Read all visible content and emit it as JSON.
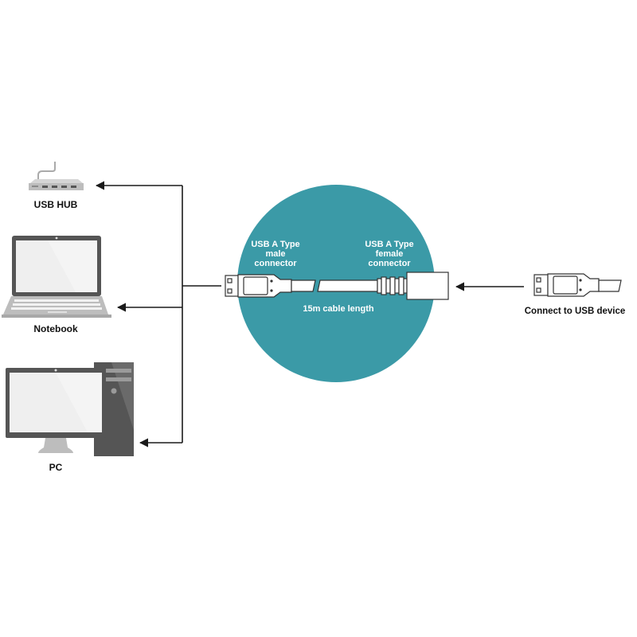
{
  "colors": {
    "circle": "#3b9aa7",
    "line": "#1a1a1a",
    "device_dark": "#5d5d5d",
    "device_light": "#bdbdbd",
    "screen": "#efefef",
    "label": "#111111",
    "circle_text": "#ffffff"
  },
  "targets": [
    {
      "id": "usb-hub",
      "label": "USB HUB",
      "icon": "usb-hub-icon"
    },
    {
      "id": "notebook",
      "label": "Notebook",
      "icon": "laptop-icon"
    },
    {
      "id": "pc",
      "label": "PC",
      "icon": "desktop-pc-icon"
    }
  ],
  "cable": {
    "male_label": [
      "USB A Type",
      "male",
      "connector"
    ],
    "female_label": [
      "USB A Type",
      "female",
      "connector"
    ],
    "length_label": "15m cable length"
  },
  "device": {
    "label": "Connect to USB device",
    "icon": "usb-plug-icon"
  }
}
